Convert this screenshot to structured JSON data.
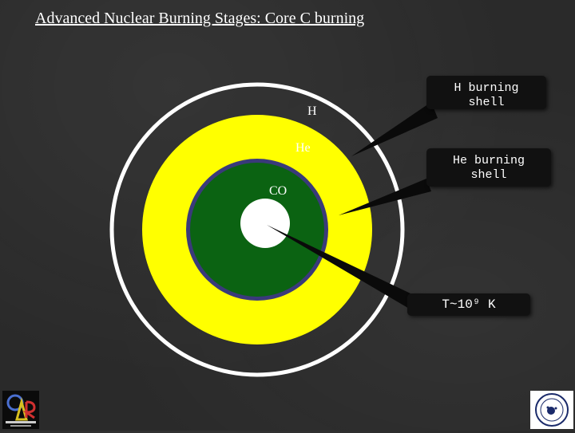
{
  "title": "Advanced Nuclear Burning Stages: Core C burning",
  "layers": {
    "h": "H",
    "he": "He",
    "co": "CO"
  },
  "callouts": {
    "h_shell": [
      "H burning",
      "shell"
    ],
    "he_shell": [
      "He burning",
      "shell"
    ],
    "temperature": "T~10⁹ K"
  },
  "colors": {
    "background": "#2a2a2a",
    "outer_ring": "#ffffff",
    "h_envelope": "#2a2a2a",
    "he_layer": "#ffff00",
    "shell_boundary": "#3a3a7a",
    "co_core": "#0b6312",
    "c_burning_core": "#ffffff",
    "callout_bg": "#111111"
  },
  "logos": {
    "left": "orau-logo",
    "right": "seal-logo"
  }
}
